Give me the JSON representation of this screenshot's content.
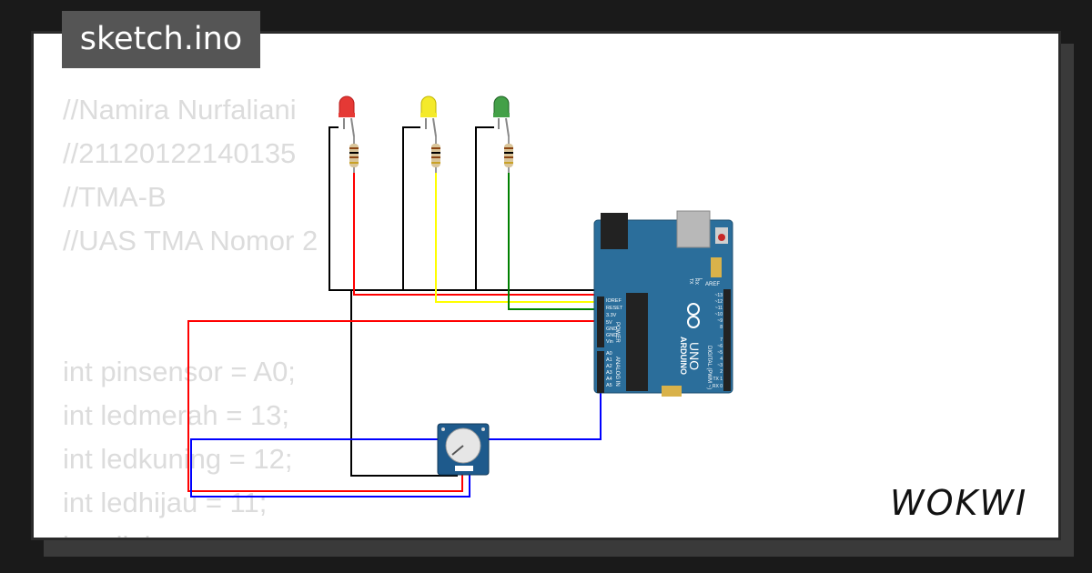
{
  "file_tab": {
    "label": "sketch.ino"
  },
  "code": {
    "lines": [
      "//Namira Nurfaliani",
      "//21120122140135",
      "//TMA-B",
      "//UAS TMA Nomor 2",
      "",
      "",
      "int pinsensor = A0;",
      "int ledmerah = 13;",
      "int ledkuning = 12;",
      "int ledhijau = 11;",
      "int nilai;"
    ]
  },
  "board": {
    "name": "UNO",
    "brand": "ARDUINO",
    "power_header": {
      "label": "POWER",
      "pins": [
        "IOREF",
        "RESET",
        "3.3V",
        "5V",
        "GND",
        "GND",
        "Vin"
      ]
    },
    "analog_header": {
      "label": "ANALOG IN",
      "pins": [
        "A0",
        "A1",
        "A2",
        "A3",
        "A4",
        "A5"
      ]
    },
    "digital_header": {
      "label": "DIGITAL (PWM ~)",
      "pins": [
        "~13",
        "~12",
        "~11",
        "~10",
        "~9",
        "8",
        "7",
        "~6",
        "~5",
        "4",
        "~3",
        "2",
        "TX 1",
        "RX 0"
      ]
    },
    "aref_label": "AREF",
    "led_labels": [
      "L",
      "TX",
      "RX"
    ]
  },
  "leds": [
    {
      "color_name": "red",
      "color": "#e53935"
    },
    {
      "color_name": "yellow",
      "color": "#f4ea2a"
    },
    {
      "color_name": "green",
      "color": "#43a047"
    }
  ],
  "wires": {
    "black": "#000000",
    "red": "#ff0000",
    "yellow": "#ffff00",
    "green": "#008000",
    "blue": "#0000ff"
  },
  "brand_logo": {
    "text": "WOKWI"
  }
}
